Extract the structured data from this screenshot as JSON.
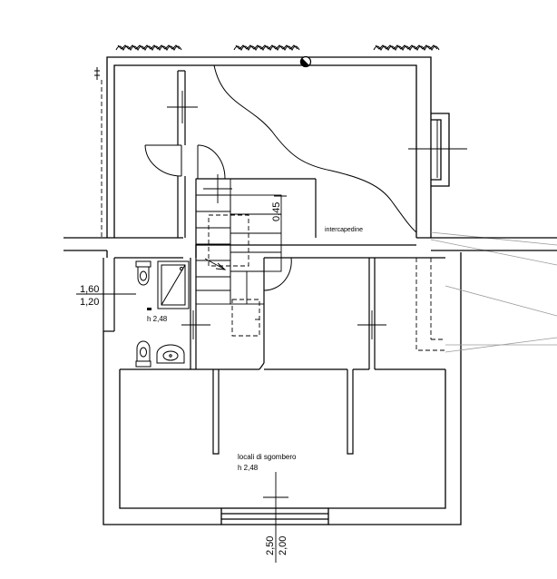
{
  "labels": {
    "intercapedine": "intercapedine",
    "dim_045": "0,45",
    "dim_160": "1,60",
    "dim_120": "1,20",
    "h_bath": "h 2,48",
    "locali": "locali di sgombero",
    "h_locali": "h 2,48",
    "dim_250": "2,50",
    "dim_200": "2,00"
  },
  "colors": {
    "line": "#000000",
    "wall_fill": "#ffffff",
    "light_line": "#9a9a9a"
  }
}
